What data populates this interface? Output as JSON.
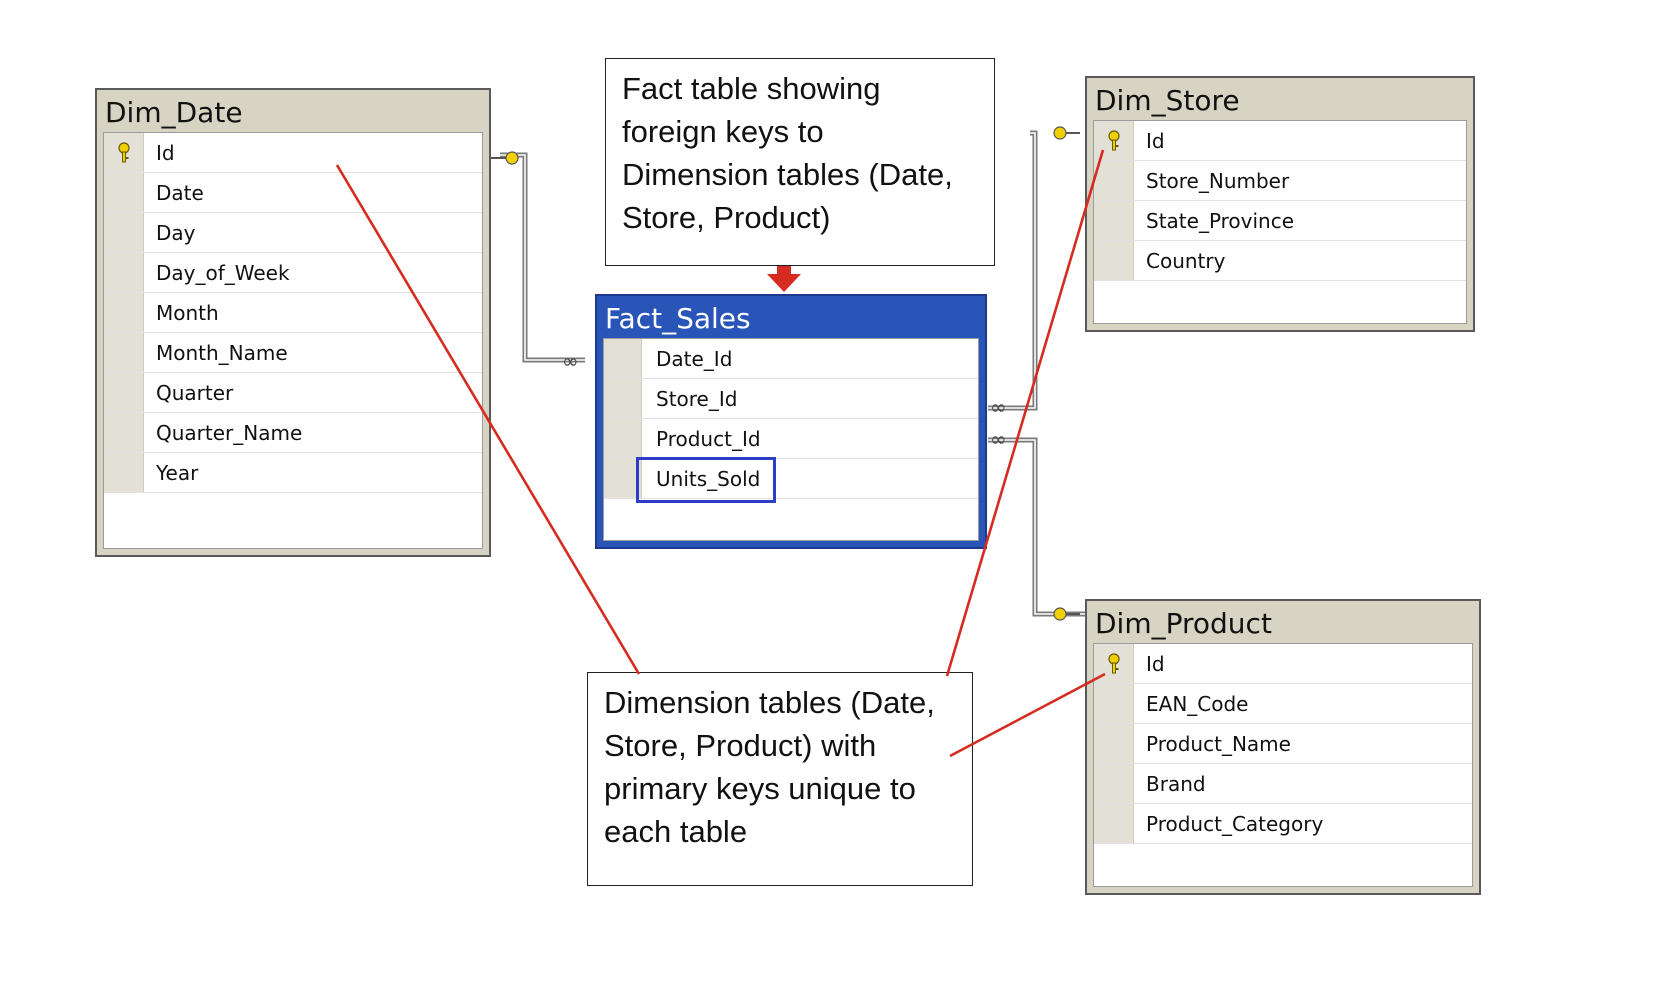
{
  "tables": {
    "dim_date": {
      "title": "Dim_Date",
      "columns": [
        {
          "name": "Id",
          "key": true
        },
        {
          "name": "Date",
          "key": false
        },
        {
          "name": "Day",
          "key": false
        },
        {
          "name": "Day_of_Week",
          "key": false
        },
        {
          "name": "Month",
          "key": false
        },
        {
          "name": "Month_Name",
          "key": false
        },
        {
          "name": "Quarter",
          "key": false
        },
        {
          "name": "Quarter_Name",
          "key": false
        },
        {
          "name": "Year",
          "key": false
        }
      ]
    },
    "fact_sales": {
      "title": "Fact_Sales",
      "columns": [
        {
          "name": "Date_Id",
          "key": false
        },
        {
          "name": "Store_Id",
          "key": false
        },
        {
          "name": "Product_Id",
          "key": false
        },
        {
          "name": "Units_Sold",
          "key": false
        }
      ]
    },
    "dim_store": {
      "title": "Dim_Store",
      "columns": [
        {
          "name": "Id",
          "key": true
        },
        {
          "name": "Store_Number",
          "key": false
        },
        {
          "name": "State_Province",
          "key": false
        },
        {
          "name": "Country",
          "key": false
        }
      ]
    },
    "dim_product": {
      "title": "Dim_Product",
      "columns": [
        {
          "name": "Id",
          "key": true
        },
        {
          "name": "EAN_Code",
          "key": false
        },
        {
          "name": "Product_Name",
          "key": false
        },
        {
          "name": "Brand",
          "key": false
        },
        {
          "name": "Product_Category",
          "key": false
        }
      ]
    }
  },
  "callouts": {
    "fact": {
      "lines": [
        "Fact table showing",
        "foreign keys to",
        "Dimension tables (Date,",
        "Store, Product)"
      ]
    },
    "dimension": {
      "lines": [
        "Dimension tables (Date,",
        "Store, Product) with",
        "primary keys unique to",
        "each table"
      ]
    }
  },
  "colors": {
    "fact_header": "#2a55b8",
    "dim_header": "#d8d4c4",
    "annotation_line": "#d62b20",
    "highlight": "#2a3ec8",
    "key_icon": "#e8c400"
  },
  "icons": {
    "primary_key": "key-icon",
    "one_end": "key-connector-icon",
    "many_end": "infinity-icon",
    "arrow": "down-arrow-icon"
  }
}
